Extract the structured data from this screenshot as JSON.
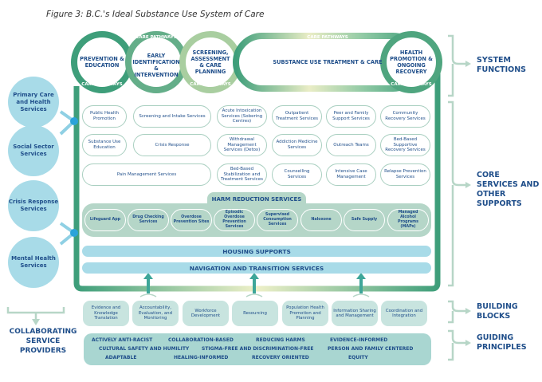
{
  "figure_title": "Figure 3: B.C.'s Ideal Substance Use System of Care",
  "colors": {
    "ring_green": "#3e9e7a",
    "pale_yellow": "#e9eec6",
    "text_blue": "#1f4e8a",
    "light_blue": "#a8dbe8",
    "harm_reduction_green": "#b5d6c8",
    "building_block_teal": "#c8e4df",
    "guiding_teal": "#a9d6d1",
    "bracket_green": "#b7d6c7"
  },
  "care_pathways_label": "CARE PATHWAYS",
  "system_functions": [
    {
      "label": "PREVENTION & EDUCATION"
    },
    {
      "label": "EARLY IDENTIFICATION & INTERVENTION"
    },
    {
      "label": "SCREENING, ASSESSMENT & CARE PLANNING"
    },
    {
      "label": "SUBSTANCE USE TREATMENT & CARE"
    },
    {
      "label": "HEALTH PROMOTION & ONGOING RECOVERY"
    }
  ],
  "core_services": [
    "Public Health Promotion",
    "Screening and Intake Services",
    "Acute Intoxication Services (Sobering Centres)",
    "Outpatient Treatment Services",
    "Peer and Family Support Services",
    "Community Recovery Services",
    "Substance Use Education",
    "Crisis Response",
    "Withdrawal Management Services (Detox)",
    "Addiction Medicine Services",
    "Outreach Teams",
    "Bed-Based Supportive Recovery Services",
    "Pain Management Services",
    "Bed-Based Stabilization and Treatment Services",
    "Counselling Services",
    "Intensive Case Management",
    "Relapse Prevention Services"
  ],
  "harm_reduction": {
    "title": "HARM REDUCTION SERVICES",
    "items": [
      "Lifeguard App",
      "Drug Checking Services",
      "Overdose Prevention Sites",
      "Episodic Overdose Prevention Services",
      "Supervised Consumption Services",
      "Naloxone",
      "Safe Supply",
      "Managed Alcohol Programs (MAPs)"
    ]
  },
  "housing_supports": "HOUSING SUPPORTS",
  "navigation_services": "NAVIGATION AND TRANSITION SERVICES",
  "building_blocks": [
    "Evidence and Knowledge Translation",
    "Accountability, Evaluation, and Monitoring",
    "Workforce Development",
    "Resourcing",
    "Population Health Promotion and Planning",
    "Information Sharing and Management",
    "Coordination and Integration"
  ],
  "guiding_principles": [
    [
      "ACTIVELY ANTI-RACIST",
      "COLLABORATION-BASED",
      "REDUCING HARMS",
      "EVIDENCE-INFORMED"
    ],
    [
      "CULTURAL SAFETY AND HUMILITY",
      "STIGMA-FREE AND DISCRIMINATION-FREE",
      "PERSON AND FAMILY CENTERED"
    ],
    [
      "ADAPTABLE",
      "HEALING-INFORMED",
      "RECOVERY ORIENTED",
      "EQUITY"
    ]
  ],
  "collaborating_providers": [
    "Primary Care and Health Services",
    "Social Sector Services",
    "Crisis Response Services",
    "Mental Health Services"
  ],
  "collaborating_label": "COLLABORATING SERVICE PROVIDERS",
  "side_labels": {
    "system_functions": "SYSTEM FUNCTIONS",
    "core_services": "CORE SERVICES AND OTHER SUPPORTS",
    "building_blocks": "BUILDING BLOCKS",
    "guiding_principles": "GUIDING PRINCIPLES"
  }
}
